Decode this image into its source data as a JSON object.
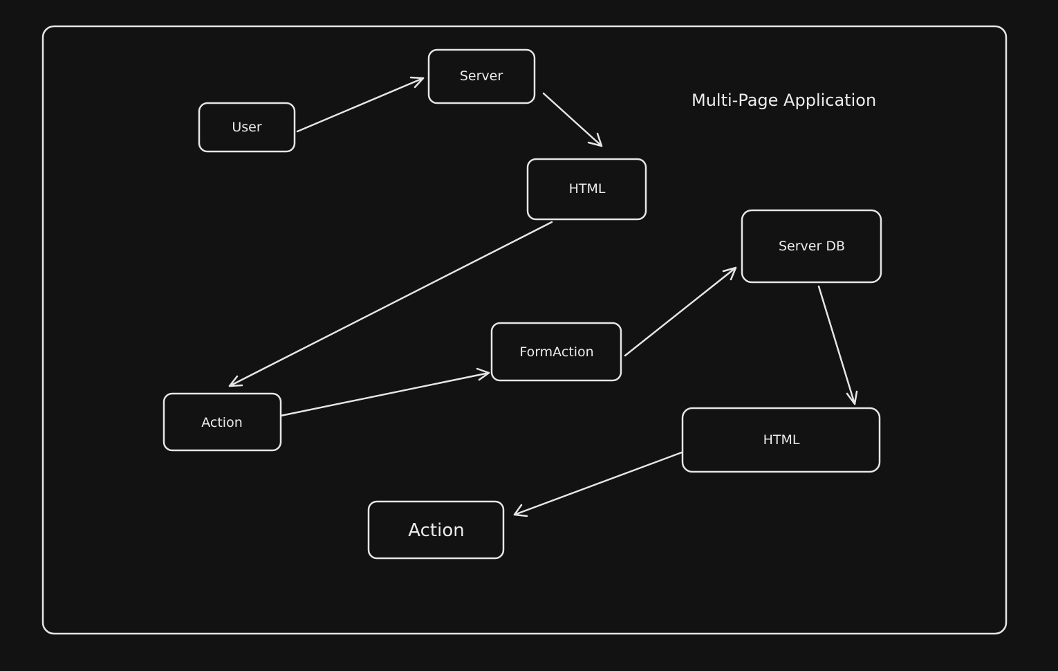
{
  "diagram": {
    "title": "Multi-Page Application",
    "nodes": {
      "user": "User",
      "server": "Server",
      "html_top": "HTML",
      "server_db": "Server DB",
      "form_action": "FormAction",
      "action_left": "Action",
      "html_bottom": "HTML",
      "action_bottom": "Action"
    },
    "edges": [
      {
        "from": "user",
        "to": "server"
      },
      {
        "from": "server",
        "to": "html_top"
      },
      {
        "from": "html_top",
        "to": "action_left"
      },
      {
        "from": "action_left",
        "to": "form_action"
      },
      {
        "from": "form_action",
        "to": "server_db"
      },
      {
        "from": "server_db",
        "to": "html_bottom"
      },
      {
        "from": "html_bottom",
        "to": "action_bottom"
      }
    ],
    "colors": {
      "background": "#121212",
      "stroke": "#e6e6e6",
      "text": "#ececec"
    }
  }
}
